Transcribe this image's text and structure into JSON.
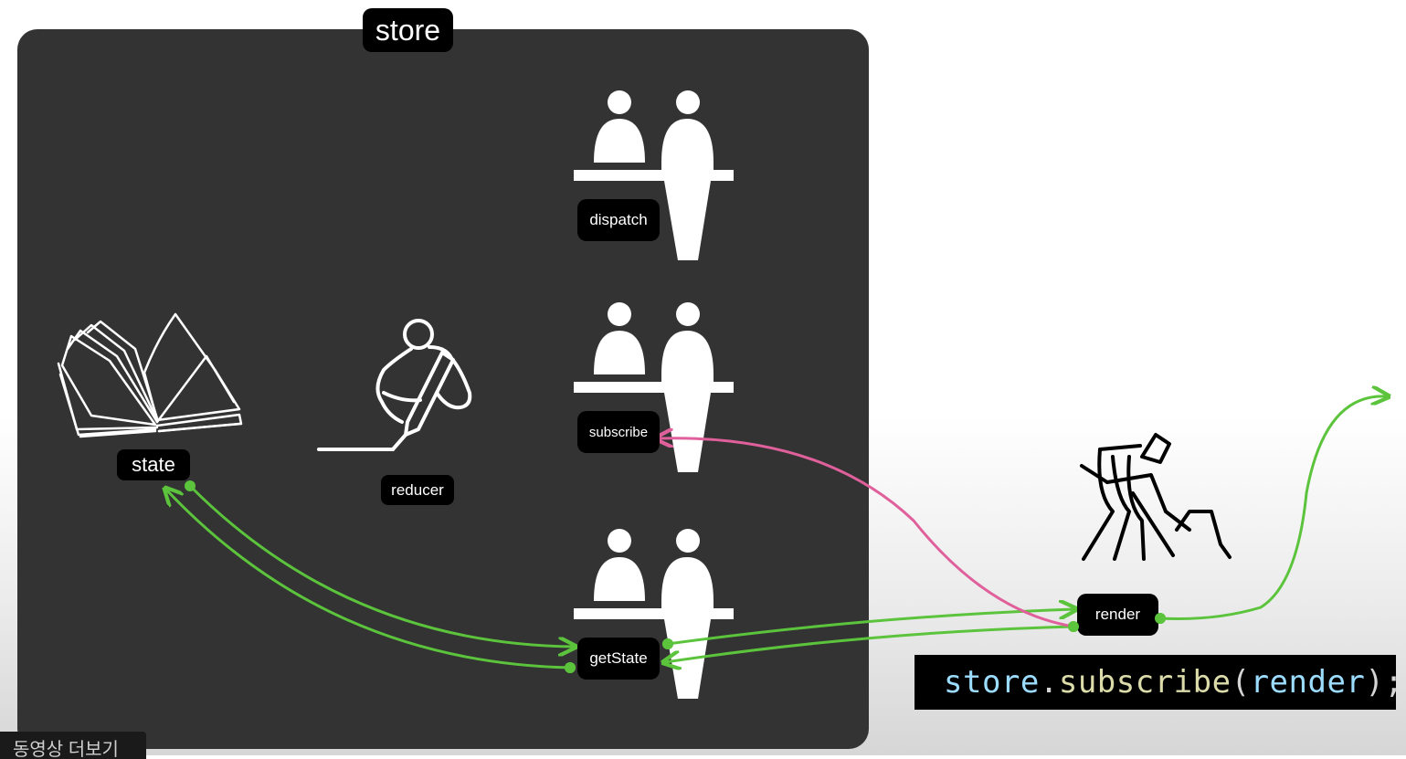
{
  "store": {
    "title": "store"
  },
  "nodes": {
    "state": "state",
    "reducer": "reducer",
    "dispatch": "dispatch",
    "subscribe": "subscribe",
    "getState": "getState",
    "render": "render"
  },
  "code": {
    "object": "store",
    "dot": ".",
    "method": "subscribe",
    "open": "(",
    "arg": "render",
    "close": ");"
  },
  "footer": {
    "label": "동영상 더보기"
  },
  "colors": {
    "store_bg": "#333333",
    "arrow_green": "#5cc43c",
    "arrow_pink": "#e0609c",
    "label_bg": "#000000"
  },
  "icons": {
    "state": "open-book-icon",
    "reducer": "writing-person-icon",
    "counter": "counter-clerks-icon",
    "render": "digging-worker-icon"
  }
}
